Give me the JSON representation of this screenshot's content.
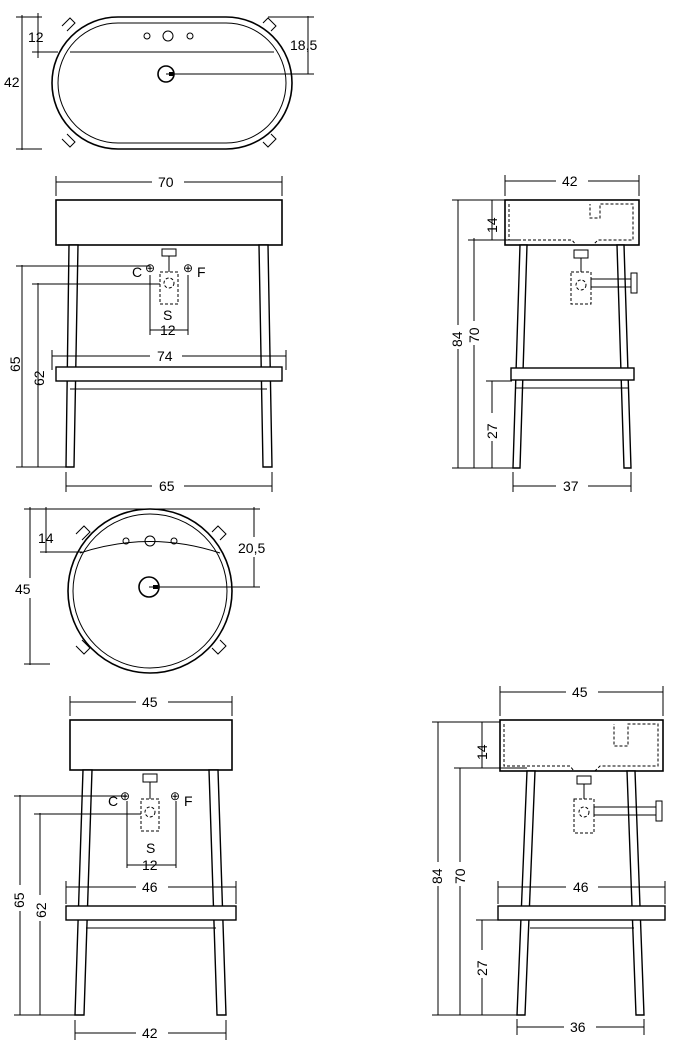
{
  "view1_top_oval": {
    "width_label": "42",
    "front_offset_label": "12",
    "drain_offset_label": "18,5"
  },
  "view2_front_70": {
    "width_label": "70",
    "h65_label": "65",
    "h62_label": "62",
    "shelf_label": "74",
    "bottom_label": "65",
    "c_label": "C",
    "f_label": "F",
    "s_label": "S",
    "spacing_label": "12"
  },
  "view3_side_70": {
    "depth_label": "42",
    "h84_label": "84",
    "h70_label": "70",
    "h14_label": "14",
    "h27_label": "27",
    "bottom_label": "37"
  },
  "view4_top_round": {
    "width_label": "45",
    "front_offset_label": "14",
    "drain_offset_label": "20,5"
  },
  "view5_front_45": {
    "width_label": "45",
    "h65_label": "65",
    "h62_label": "62",
    "shelf_label": "46",
    "bottom_label": "42",
    "c_label": "C",
    "f_label": "F",
    "s_label": "S",
    "spacing_label": "12"
  },
  "view6_side_45": {
    "depth_label": "45",
    "h84_label": "84",
    "h70_label": "70",
    "h14_label": "14",
    "h27_label": "27",
    "shelf_label": "46",
    "bottom_label": "36"
  }
}
